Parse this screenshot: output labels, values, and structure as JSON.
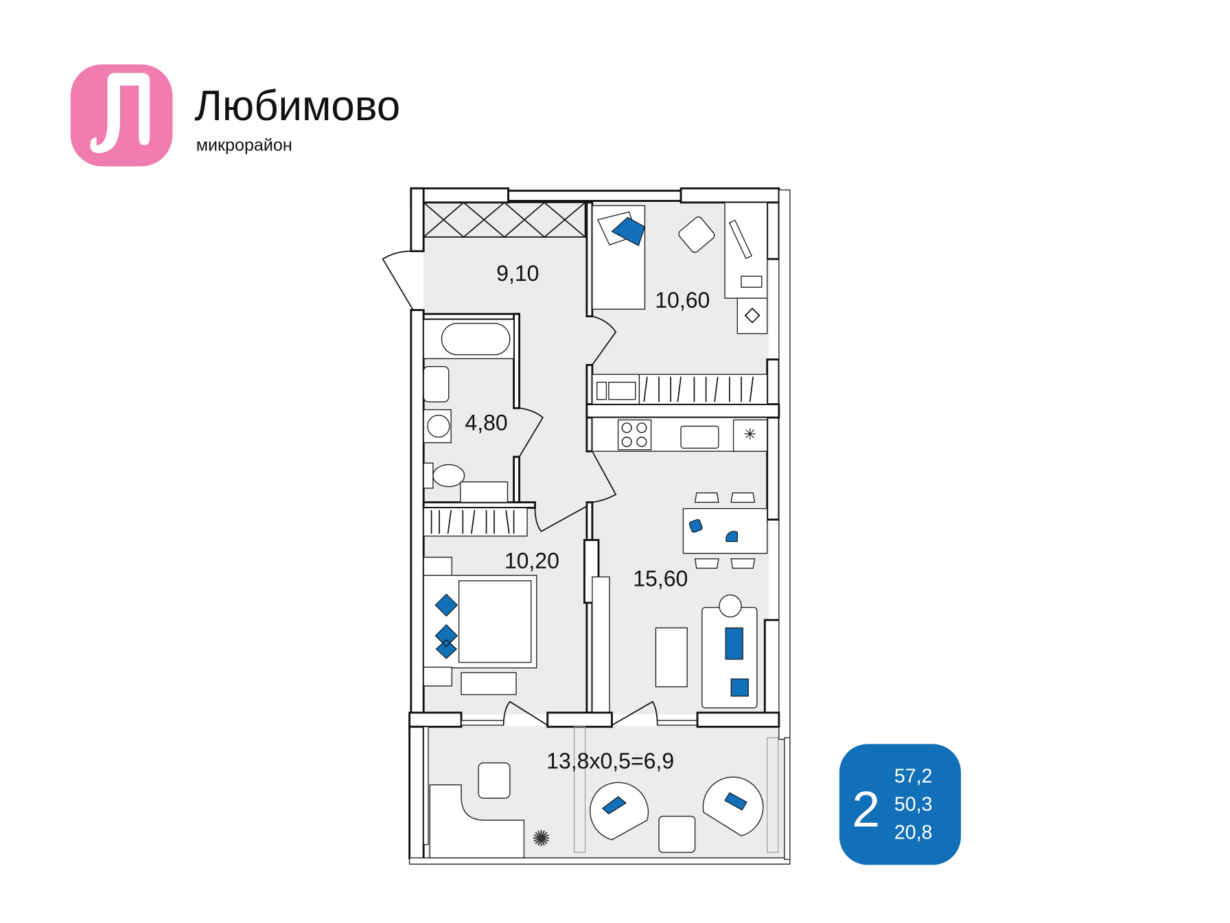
{
  "brand": {
    "logo_letter": "Л",
    "name": "Любимово",
    "subtitle": "микрорайон",
    "logo_color": "#f07cb0"
  },
  "plan": {
    "rooms": [
      {
        "id": "hall",
        "area": "9,10"
      },
      {
        "id": "bedroom-small",
        "area": "10,60"
      },
      {
        "id": "bathroom",
        "area": "4,80"
      },
      {
        "id": "bedroom-large",
        "area": "10,20"
      },
      {
        "id": "kitchen-living",
        "area": "15,60"
      },
      {
        "id": "balcony",
        "area": "13,8x0,5=6,9"
      }
    ],
    "floor_color": "#ececec",
    "accent_color": "#1170b8"
  },
  "badge": {
    "rooms_count": "2",
    "total_area": "57,2",
    "living_area": "50,3",
    "other_area": "20,8",
    "color": "#1170b8"
  }
}
